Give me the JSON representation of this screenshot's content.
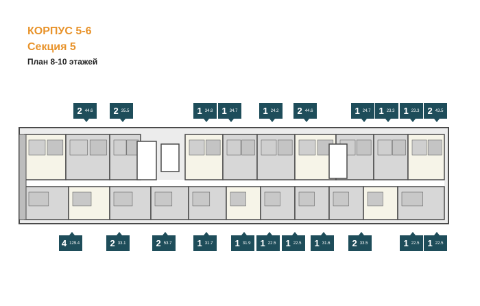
{
  "header": {
    "building": "КОРПУС 5-6",
    "section": "Секция 5",
    "floors": "План 8-10 этажей"
  },
  "colors": {
    "accent": "#e8932b",
    "tag": "#1e4d5a",
    "wall": "#4a4a4a",
    "room": "#d7d7d7",
    "room_light": "#f6f4e8"
  },
  "apartments_top": [
    {
      "rooms": "2",
      "area": "44.6"
    },
    {
      "rooms": "2",
      "area": "35.5"
    },
    {
      "rooms": "1",
      "area": "34.8"
    },
    {
      "rooms": "1",
      "area": "34.7"
    },
    {
      "rooms": "1",
      "area": "24.2"
    },
    {
      "rooms": "2",
      "area": "44.6"
    },
    {
      "rooms": "1",
      "area": "24.7"
    },
    {
      "rooms": "1",
      "area": "23.3"
    },
    {
      "rooms": "1",
      "area": "23.3"
    },
    {
      "rooms": "2",
      "area": "43.5"
    }
  ],
  "apartments_bottom": [
    {
      "rooms": "4",
      "area": "129.4"
    },
    {
      "rooms": "2",
      "area": "33.1"
    },
    {
      "rooms": "2",
      "area": "53.7"
    },
    {
      "rooms": "1",
      "area": "31.7"
    },
    {
      "rooms": "1",
      "area": "31.9"
    },
    {
      "rooms": "1",
      "area": "22.5"
    },
    {
      "rooms": "1",
      "area": "22.5"
    },
    {
      "rooms": "1",
      "area": "31.6"
    },
    {
      "rooms": "2",
      "area": "33.5"
    },
    {
      "rooms": "1",
      "area": "22.5"
    },
    {
      "rooms": "1",
      "area": "22.5"
    }
  ]
}
